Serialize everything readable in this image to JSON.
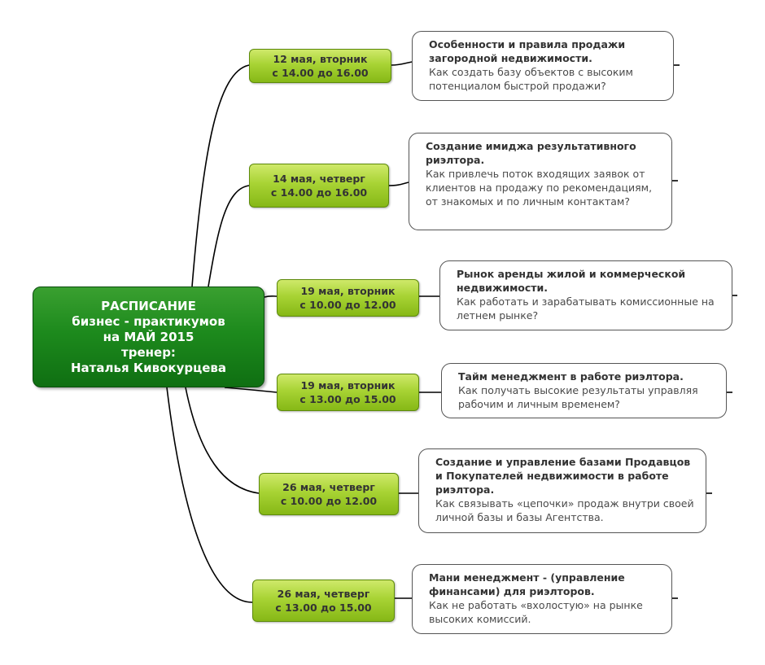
{
  "center": {
    "lines": [
      "РАСПИСАНИЕ",
      "бизнес - практикумов",
      "на МАЙ 2015",
      "тренер:",
      "Наталья Кивокурцева"
    ]
  },
  "sessions": [
    {
      "date": "12 мая, вторник",
      "time": "с 14.00 до 16.00",
      "title": "Особенности и правила продажи загородной недвижимости.",
      "description": "Как создать базу объектов с высоким потенциалом быстрой продажи?"
    },
    {
      "date": "14 мая, четверг",
      "time": "с 14.00 до 16.00",
      "title": "Создание имиджа результативного риэлтора.",
      "description": "Как привлечь поток входящих заявок от клиентов на продажу по рекомендациям, от знакомых и по личным контактам?"
    },
    {
      "date": "19 мая, вторник",
      "time": "с 10.00 до 12.00",
      "title": "Рынок аренды жилой и коммерческой недвижимости.",
      "description": "Как работать и зарабатывать комиссионные на летнем рынке?"
    },
    {
      "date": "19 мая, вторник",
      "time": "с 13.00 до 15.00",
      "title": "Тайм менеджмент в работе риэлтора.",
      "description": "Как получать высокие результаты управляя рабочим и личным временем?"
    },
    {
      "date": "26 мая, четверг",
      "time": "с 10.00 до 12.00",
      "title": "Создание и управление базами Продавцов и Покупателей недвижимости в работе риэлтора.",
      "description": "Как связывать  «цепочки» продаж внутри своей личной базы и базы Агентства."
    },
    {
      "date": "26 мая, четверг",
      "time": "с 13.00 до 15.00",
      "title": "Мани менеджмент - (управление финансами) для риэлторов.",
      "description": "Как не работать «вхолостую» на рынке высоких комиссий."
    }
  ]
}
